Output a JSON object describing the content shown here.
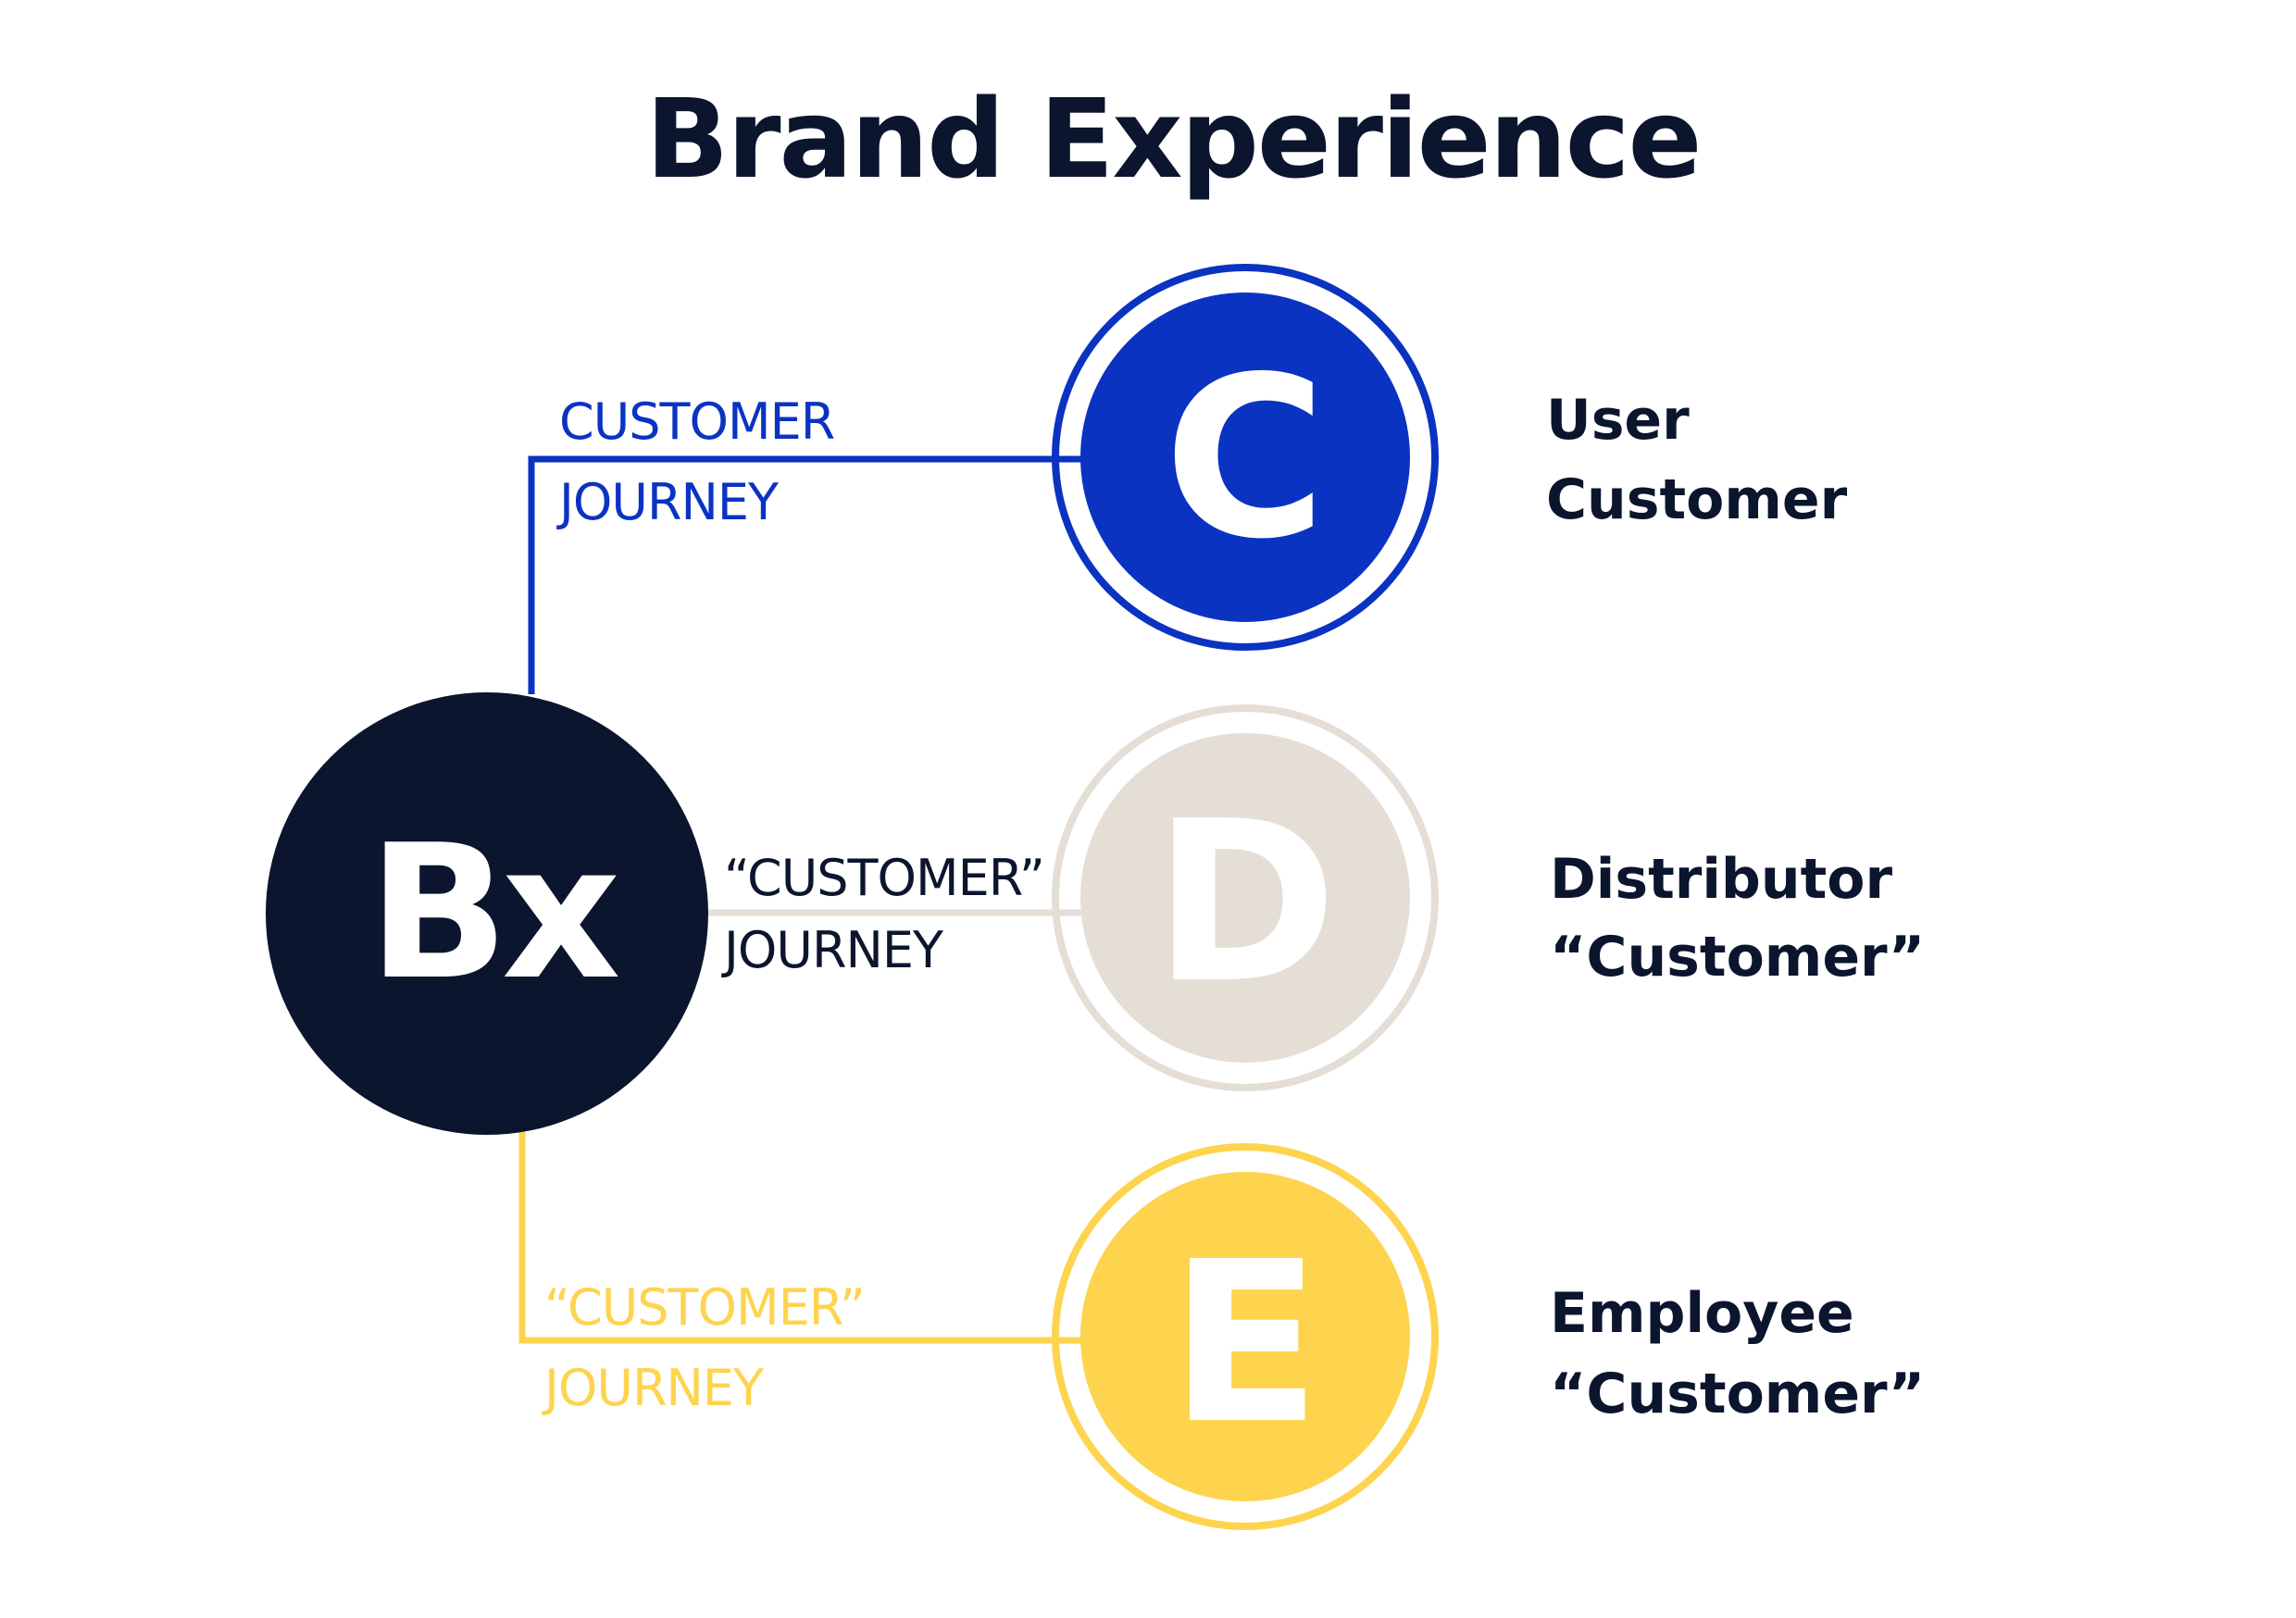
{
  "title": "Brand Experience",
  "hub": {
    "label": "Bx",
    "color": "#0b152d"
  },
  "nodes": [
    {
      "letter": "C",
      "color": "#0b33c2",
      "journey_line1": "CUSTOMER",
      "journey_line2": "JOURNEY",
      "desc_line1": "User",
      "desc_line2": "Customer"
    },
    {
      "letter": "D",
      "color": "#e4ded6",
      "journey_line1": "“CUSTOMER”",
      "journey_line2": "JOURNEY",
      "desc_line1": "Distributor",
      "desc_line2": "“Customer”"
    },
    {
      "letter": "E",
      "color": "#fed44f",
      "journey_line1": "“CUSTOMER”",
      "journey_line2": "JOURNEY",
      "desc_line1": "Employee",
      "desc_line2": "“Customer”"
    }
  ]
}
